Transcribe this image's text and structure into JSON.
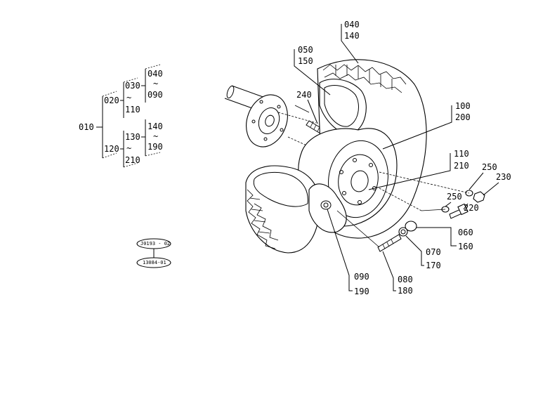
{
  "tree": {
    "root": "010",
    "group_a": "020",
    "group_a_sub1": "030",
    "group_a_sub1_range_start": "040",
    "group_a_sub1_range_end": "090",
    "group_a_sub1_end": "110",
    "group_b": "120",
    "group_b_sub1": "130",
    "group_b_sub1_range_start": "140",
    "group_b_sub1_range_end": "190",
    "group_b_sub1_end": "210",
    "tilde": "~"
  },
  "refs": {
    "ref_top": "J0193 - 02",
    "ref_bottom": "13084-01"
  },
  "callouts": {
    "c040": "040",
    "c140": "140",
    "c050": "050",
    "c150": "150",
    "c240": "240",
    "c100": "100",
    "c200": "200",
    "c110": "110",
    "c210": "210",
    "c250a": "250",
    "c230": "230",
    "c250b": "250",
    "c220": "220",
    "c060": "060",
    "c160": "160",
    "c070": "070",
    "c170": "170",
    "c080": "080",
    "c180": "180",
    "c090": "090",
    "c190": "190"
  }
}
